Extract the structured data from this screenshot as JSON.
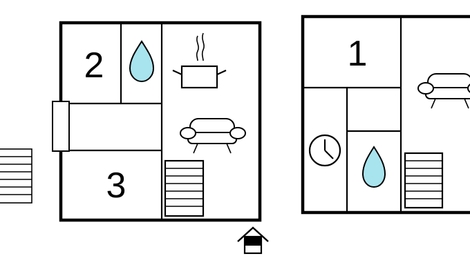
{
  "floor_plan": {
    "ground_floor": {
      "rooms": [
        {
          "label": "2",
          "icon": "bathroom-water-drop-icon"
        },
        {
          "label": "3"
        },
        {
          "icon": "kitchen-cooking-pot-icon"
        },
        {
          "icon": "living-room-sofa-icon"
        },
        {
          "icon": "staircase-icon"
        }
      ],
      "entrance_icon": "entrance-house-arrow-icon",
      "outdoor_icon": "outdoor-staircase-icon"
    },
    "upper_floor": {
      "rooms": [
        {
          "label": "1"
        },
        {
          "icon": "living-room-sofa-icon"
        },
        {
          "icon": "clock-icon"
        },
        {
          "icon": "bathroom-water-drop-icon"
        },
        {
          "icon": "staircase-icon"
        }
      ]
    }
  }
}
